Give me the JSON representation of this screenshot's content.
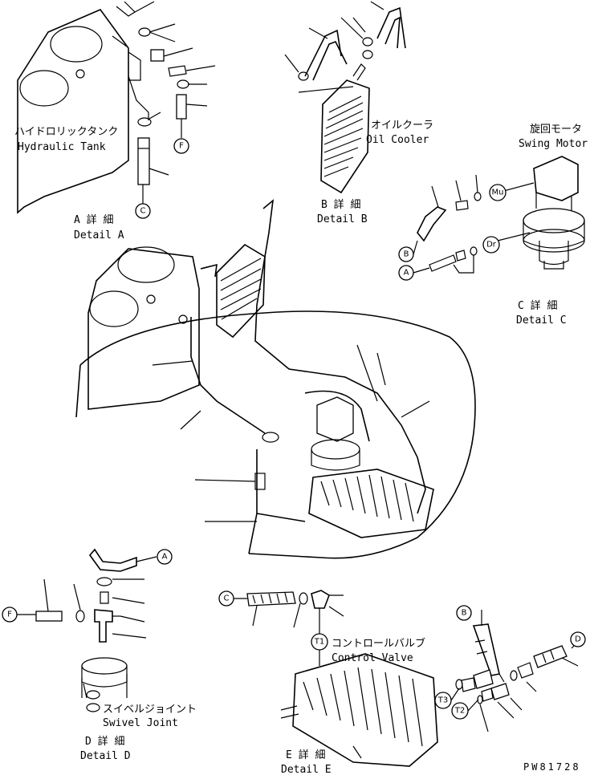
{
  "labels": {
    "hyd_tank_jp": "ハイドロリックタンク",
    "hyd_tank_en": "Hydraulic Tank",
    "detail_a_jp": "A 詳 細",
    "detail_a_en": "Detail A",
    "oil_cooler_jp": "オイルクーラ",
    "oil_cooler_en": "Oil Cooler",
    "detail_b_jp": "B 詳 細",
    "detail_b_en": "Detail B",
    "swing_motor_jp": "旋回モータ",
    "swing_motor_en": "Swing Motor",
    "detail_c_jp": "C 詳 細",
    "detail_c_en": "Detail C",
    "control_valve_jp": "コントロールバルブ",
    "control_valve_en": "Control Valve",
    "swivel_joint_jp": "スイベルジョイント",
    "swivel_joint_en": "Swivel Joint",
    "detail_d_jp": "D 詳 細",
    "detail_d_en": "Detail D",
    "detail_e_jp": "E 詳 細",
    "detail_e_en": "Detail E",
    "drawing_no": "PW81728"
  },
  "tags": {
    "C": "C",
    "F": "F",
    "B": "B",
    "A": "A",
    "D": "D",
    "Mu": "Mu",
    "Dr": "Dr",
    "T1": "T1",
    "T2": "T2",
    "T3": "T3"
  }
}
